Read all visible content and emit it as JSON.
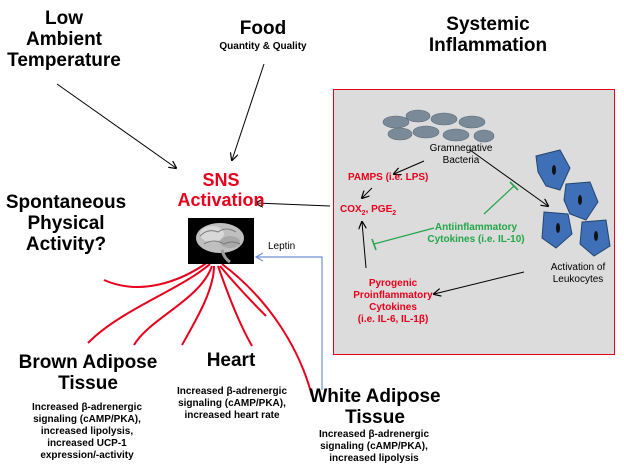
{
  "factors": {
    "low_ambient_temp": [
      "Low",
      "Ambient",
      "Temperature"
    ],
    "food_title": "Food",
    "food_subtitle": "Quantity & Quality",
    "systemic_inflammation": [
      "Systemic",
      "Inflammation"
    ],
    "spontaneous_activity": [
      "Spontaneous",
      "Physical",
      "Activity?"
    ]
  },
  "sns": {
    "line1": "SNS",
    "line2": "Activation"
  },
  "inflammation": {
    "bacteria": [
      "Gramnegative",
      "Bacteria"
    ],
    "pamps": "PAMPS (i.e. LPS)",
    "cox": "COX",
    "cox_sub": "2",
    "pge": ", PGE",
    "pge_sub": "2",
    "antiinflammatory": [
      "Antiinflammatory",
      "Cytokines (i.e. IL-10)"
    ],
    "pyrogenic": [
      "Pyrogenic",
      "Proinflammatory",
      "Cytokines",
      "(i.e. IL-6, IL-1β)"
    ],
    "leukocytes": [
      "Activation of",
      "Leukocytes"
    ]
  },
  "leptin": "Leptin",
  "targets": {
    "brown": {
      "title": [
        "Brown Adipose",
        "Tissue"
      ],
      "desc": [
        "Increased β-adrenergic",
        "signaling (cAMP/PKA),",
        "increased lipolysis,",
        "increased UCP-1",
        "expression/-activity"
      ]
    },
    "heart": {
      "title": "Heart",
      "desc": [
        "Increased β-adrenergic",
        "signaling (cAMP/PKA),",
        "increased heart rate"
      ]
    },
    "white": {
      "title": [
        "White Adipose",
        "Tissue"
      ],
      "desc": [
        "Increased β-adrenergic",
        "signaling (cAMP/PKA),",
        "increased lipolysis"
      ]
    }
  },
  "colors": {
    "red": "#e8001c",
    "green": "#22a64a",
    "blue_leptin": "#6f8fd6",
    "box_bg": "#dcdcdc",
    "cell_blue": "#3f6fb6"
  }
}
